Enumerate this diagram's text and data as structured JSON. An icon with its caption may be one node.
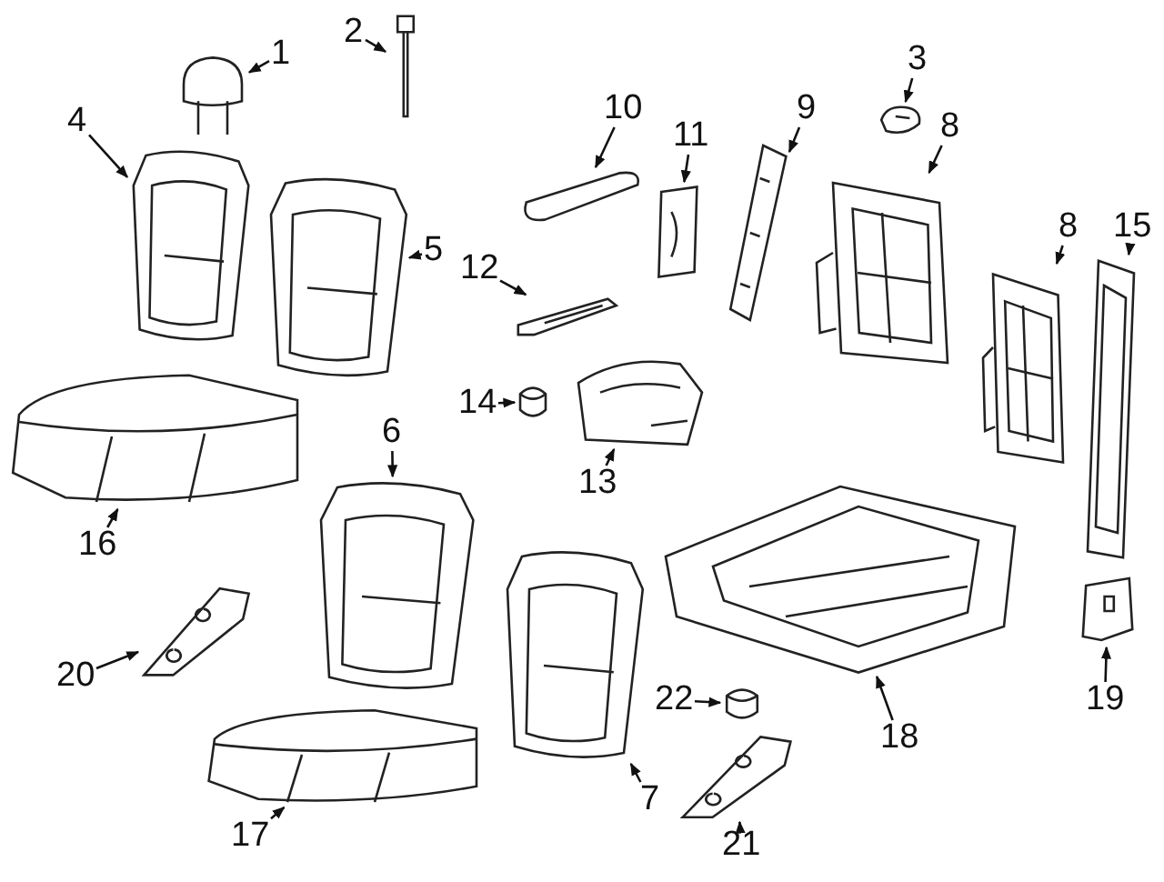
{
  "diagram": {
    "nodes": [
      {
        "text": [
          "1"
        ]
      },
      {
        "text": [
          "2"
        ]
      },
      {
        "text": [
          "3"
        ]
      },
      {
        "text": [
          "4"
        ]
      },
      {
        "text": [
          "5"
        ]
      },
      {
        "text": [
          "6"
        ]
      },
      {
        "text": [
          "7"
        ]
      },
      {
        "text": [
          "8"
        ]
      },
      {
        "text": [
          "8"
        ]
      },
      {
        "text": [
          "9"
        ]
      },
      {
        "text": [
          "10"
        ]
      },
      {
        "text": [
          "11"
        ]
      },
      {
        "text": [
          "12"
        ]
      },
      {
        "text": [
          "13"
        ]
      },
      {
        "text": [
          "14"
        ]
      },
      {
        "text": [
          "15"
        ]
      },
      {
        "text": [
          "16"
        ]
      },
      {
        "text": [
          "17"
        ]
      },
      {
        "text": [
          "18"
        ]
      },
      {
        "text": [
          "19"
        ]
      },
      {
        "text": [
          "20"
        ]
      },
      {
        "text": [
          "21"
        ]
      },
      {
        "text": [
          "22"
        ]
      },
      {
        "text": [],
        "shape": "picture"
      },
      {
        "text": [],
        "shape": "picture"
      },
      {
        "text": [],
        "shape": "picture"
      },
      {
        "text": [],
        "shape": "picture"
      },
      {
        "text": [],
        "shape": "picture"
      },
      {
        "text": [],
        "shape": "picture"
      },
      {
        "text": [],
        "shape": "picture"
      },
      {
        "text": [],
        "shape": "picture"
      },
      {
        "text": [],
        "shape": "picture"
      },
      {
        "text": [],
        "shape": "picture"
      },
      {
        "text": [],
        "shape": "picture"
      },
      {
        "text": [],
        "shape": "picture"
      },
      {
        "text": [],
        "shape": "picture"
      },
      {
        "text": [],
        "shape": "picture"
      },
      {
        "text": [],
        "shape": "picture"
      },
      {
        "text": [],
        "shape": "picture"
      },
      {
        "text": [],
        "shape": "picture"
      },
      {
        "text": [],
        "shape": "picture"
      },
      {
        "text": [],
        "shape": "picture"
      },
      {
        "text": [],
        "shape": "picture"
      },
      {
        "text": [],
        "shape": "picture"
      },
      {
        "text": [],
        "shape": "picture"
      },
      {
        "text": [],
        "shape": "picture"
      }
    ],
    "edges": [
      {
        "from": 0,
        "to": 23,
        "arrow": "to"
      },
      {
        "from": 1,
        "to": 24,
        "arrow": "to"
      },
      {
        "from": 2,
        "to": 25,
        "arrow": "to"
      },
      {
        "from": 3,
        "to": 26,
        "arrow": "to"
      },
      {
        "from": 4,
        "to": 27,
        "arrow": "to"
      },
      {
        "from": 5,
        "to": 28,
        "arrow": "to"
      },
      {
        "from": 6,
        "to": 29,
        "arrow": "to"
      },
      {
        "from": 7,
        "to": 30,
        "arrow": "to"
      },
      {
        "from": 8,
        "to": 31,
        "arrow": "to"
      },
      {
        "from": 9,
        "to": 32,
        "arrow": "to"
      },
      {
        "from": 10,
        "to": 33,
        "arrow": "to"
      },
      {
        "from": 11,
        "to": 34,
        "arrow": "to"
      },
      {
        "from": 12,
        "to": 35,
        "arrow": "to"
      },
      {
        "from": 13,
        "to": 36,
        "arrow": "to"
      },
      {
        "from": 14,
        "to": 37,
        "arrow": "to"
      },
      {
        "from": 15,
        "to": 38,
        "arrow": "to"
      },
      {
        "from": 16,
        "to": 39,
        "arrow": "to"
      },
      {
        "from": 17,
        "to": 40,
        "arrow": "to"
      },
      {
        "from": 18,
        "to": 41,
        "arrow": "to"
      },
      {
        "from": 19,
        "to": 42,
        "arrow": "to"
      },
      {
        "from": 20,
        "to": 43,
        "arrow": "to"
      },
      {
        "from": 21,
        "to": 44,
        "arrow": "to"
      },
      {
        "from": 22,
        "to": 45,
        "arrow": "to"
      }
    ]
  }
}
